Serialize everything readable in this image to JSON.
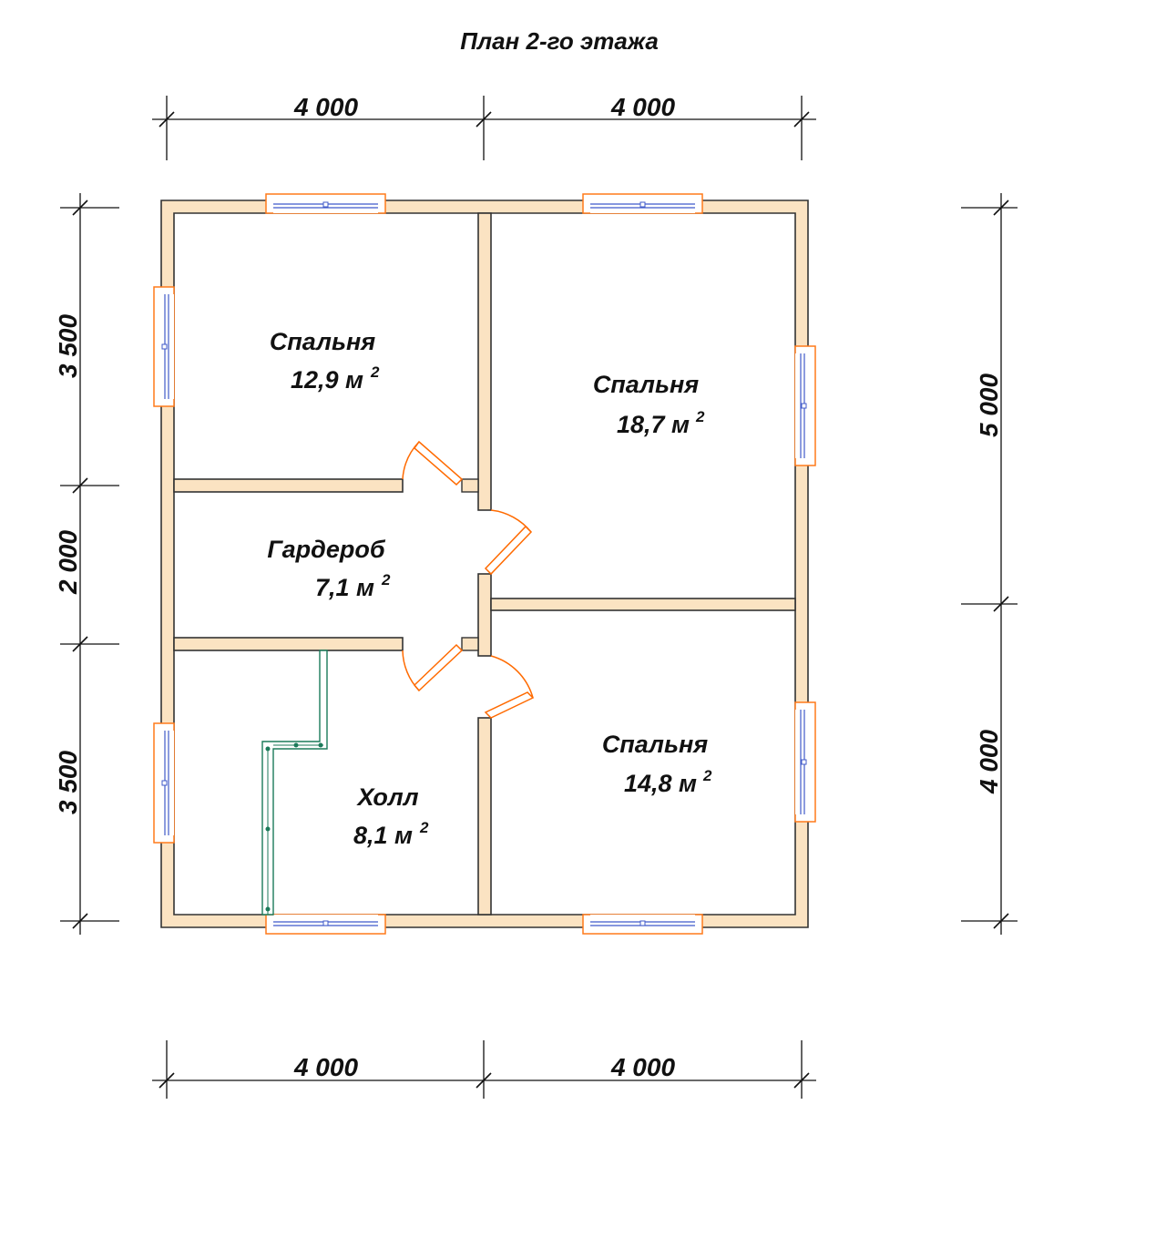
{
  "plan": {
    "title": "План 2-го этажа",
    "dimensions": {
      "top": [
        "4 000",
        "4 000"
      ],
      "bottom": [
        "4 000",
        "4 000"
      ],
      "left": [
        "3 500",
        "2 000",
        "3 500"
      ],
      "right": [
        "5 000",
        "4 000"
      ]
    },
    "rooms": [
      {
        "name": "Спальня",
        "area": "12,9 м",
        "unit_power": "2"
      },
      {
        "name": "Спальня",
        "area": "18,7 м",
        "unit_power": "2"
      },
      {
        "name": "Гардероб",
        "area": "7,1 м",
        "unit_power": "2"
      },
      {
        "name": "Холл",
        "area": "8,1 м",
        "unit_power": "2"
      },
      {
        "name": "Спальня",
        "area": "14,8 м",
        "unit_power": "2"
      }
    ],
    "colors": {
      "wall_fill": "#fbe3c2",
      "window_frame": "#ff7a1a",
      "window_glass": "#3f59c9",
      "door": "#ff6a00",
      "stair": "#1b7a5a"
    }
  }
}
